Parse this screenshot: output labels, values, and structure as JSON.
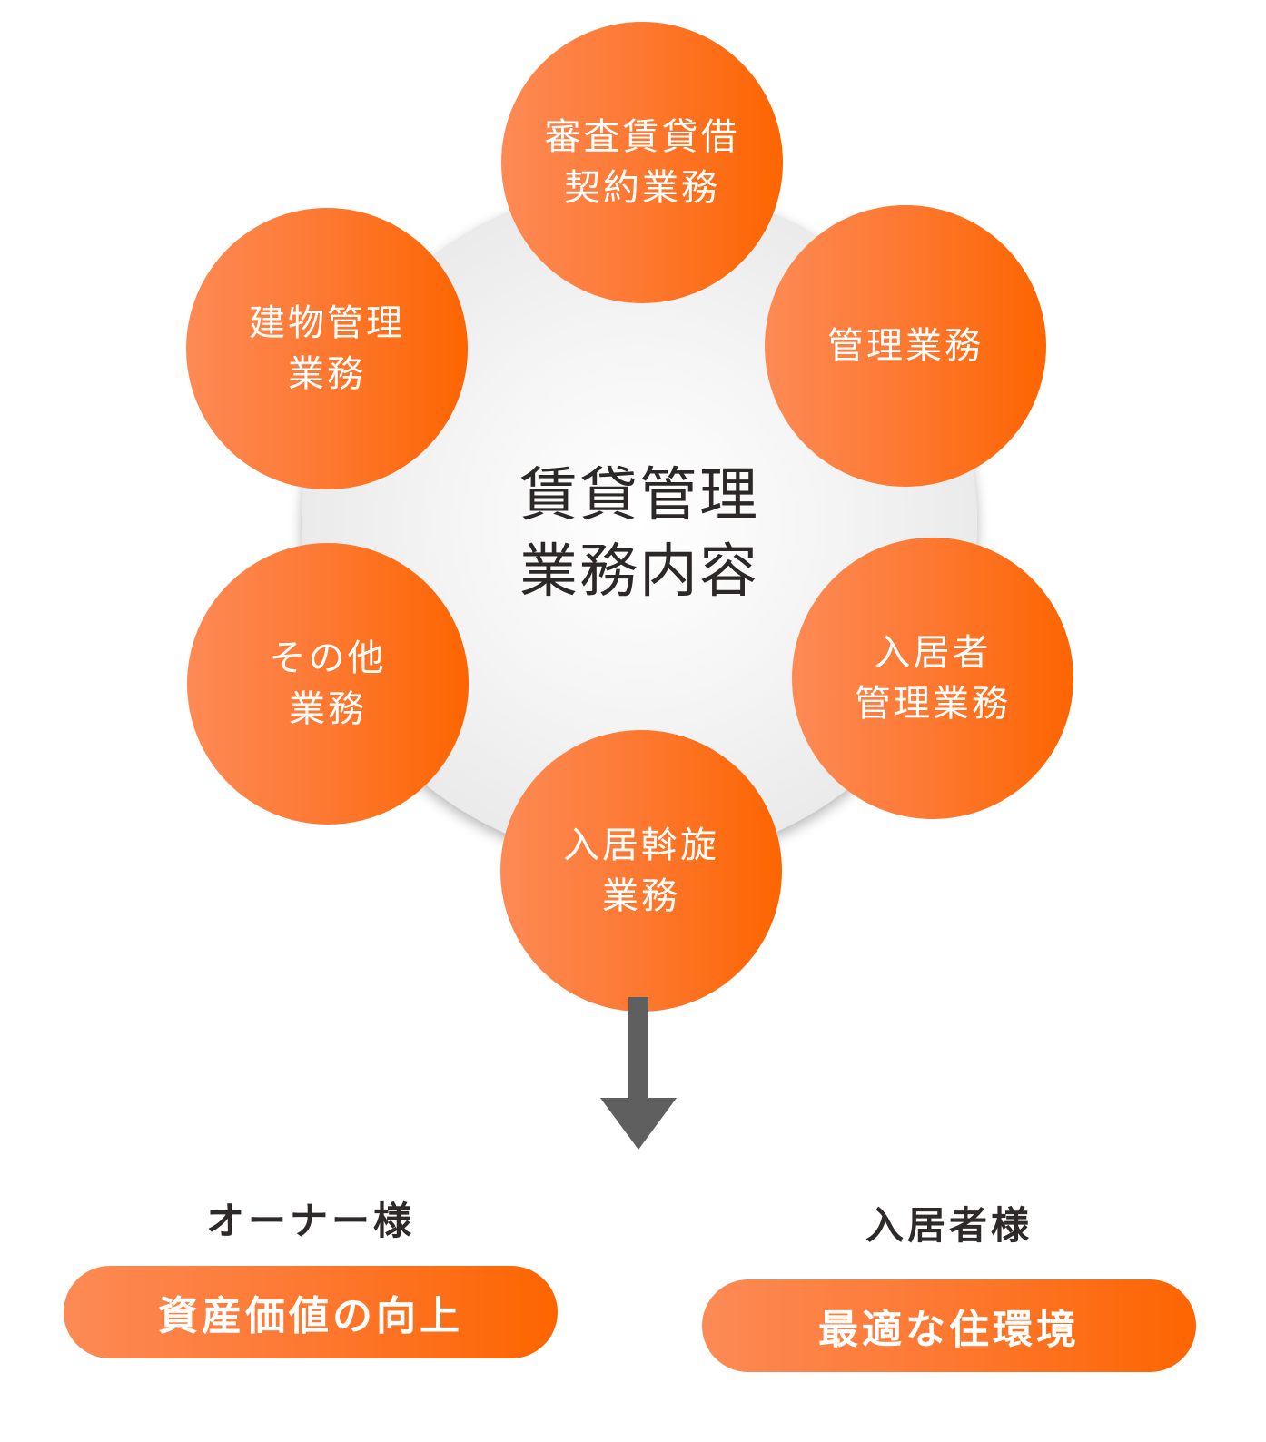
{
  "hub": {
    "title": "賃貸管理\n業務内容",
    "background_color": "#e9e9e9",
    "text_color": "#2c2827"
  },
  "nodes": [
    {
      "id": "screening-lease-contract",
      "label": "審査賃貸借\n契約業務"
    },
    {
      "id": "management",
      "label": "管理業務"
    },
    {
      "id": "tenant-management",
      "label": "入居者\n管理業務"
    },
    {
      "id": "tenant-placement",
      "label": "入居斡旋\n業務"
    },
    {
      "id": "other",
      "label": "その他\n業務"
    },
    {
      "id": "building-management",
      "label": "建物管理\n業務"
    }
  ],
  "node_colors": {
    "gradient_start": "#fd8a55",
    "gradient_end": "#fd6500",
    "text": "#ffffff"
  },
  "arrow": {
    "icon": "arrow-down-icon",
    "color": "#5f5f5f"
  },
  "audiences": [
    {
      "label": "オーナー様",
      "benefit": "資産価値の向上"
    },
    {
      "label": "入居者様",
      "benefit": "最適な住環境"
    }
  ]
}
